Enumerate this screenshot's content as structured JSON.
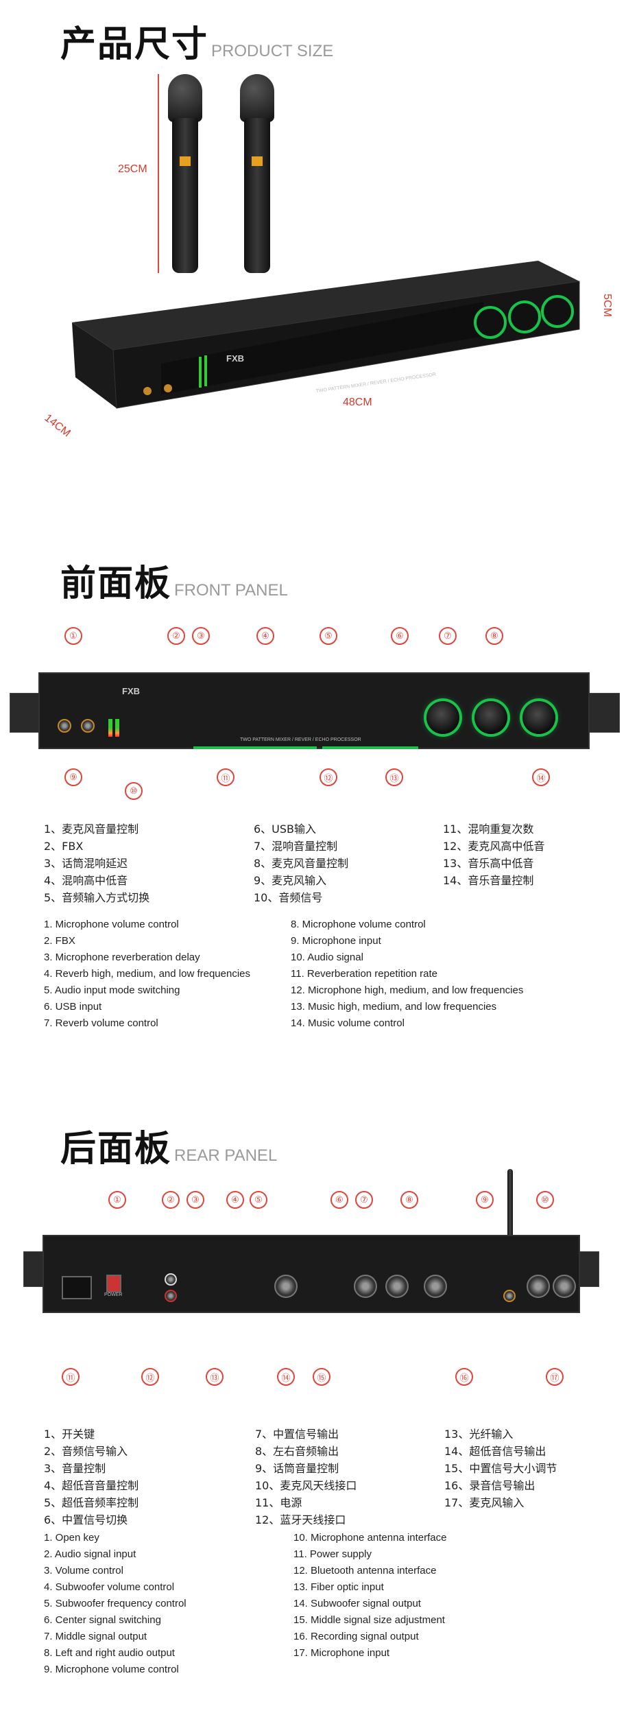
{
  "product_size": {
    "title_cn": "产品尺寸",
    "title_en": "PRODUCT SIZE",
    "dim_mic": "25CM",
    "dim_height": "5CM",
    "dim_width": "48CM",
    "dim_depth": "14CM",
    "device_brand": "FXB",
    "device_strip": "TWO PATTERN MIXER / REVER / ECHO PROCESSOR"
  },
  "front_panel": {
    "title_cn": "前面板",
    "title_en": "FRONT PANEL",
    "device_brand": "FXB",
    "device_strip": "TWO PATTERN MIXER / REVER / ECHO PROCESSOR",
    "callouts": [
      "①",
      "②",
      "③",
      "④",
      "⑤",
      "⑥",
      "⑦",
      "⑧",
      "⑨",
      "⑩",
      "⑪",
      "⑫",
      "⑬",
      "⑭"
    ],
    "cn_col1": [
      "1、麦克风音量控制",
      "2、FBX",
      "3、话筒混响延迟",
      "4、混响高中低音",
      "5、音频输入方式切换"
    ],
    "cn_col2": [
      "6、USB输入",
      "7、混响音量控制",
      "8、麦克风音量控制",
      "9、麦克风输入",
      "10、音频信号"
    ],
    "cn_col3": [
      "11、混响重复次数",
      "12、麦克风高中低音",
      "13、音乐高中低音",
      "14、音乐音量控制"
    ],
    "en_col1": [
      "1. Microphone volume control",
      "2. FBX",
      "3. Microphone reverberation delay",
      "4. Reverb high, medium, and low frequencies",
      "5. Audio input mode switching",
      "6. USB input",
      "7. Reverb volume control"
    ],
    "en_col2": [
      "8. Microphone volume control",
      "9. Microphone input",
      "10. Audio signal",
      "11. Reverberation repetition rate",
      "12. Microphone high, medium, and low frequencies",
      "13. Music high, medium, and low frequencies",
      "14. Music volume control"
    ]
  },
  "rear_panel": {
    "title_cn": "后面板",
    "title_en": "REAR PANEL",
    "power_label": "POWER",
    "callouts": [
      "①",
      "②",
      "③",
      "④",
      "⑤",
      "⑥",
      "⑦",
      "⑧",
      "⑨",
      "⑩",
      "⑪",
      "⑫",
      "⑬",
      "⑭",
      "⑮",
      "⑯",
      "⑰"
    ],
    "cn_col1": [
      "1、开关键",
      "2、音频信号输入",
      "3、音量控制",
      "4、超低音音量控制",
      "5、超低音频率控制",
      "6、中置信号切换"
    ],
    "cn_col2": [
      "7、中置信号输出",
      "8、左右音频输出",
      "9、话筒音量控制",
      "10、麦克风天线接口",
      "11、电源",
      "12、蓝牙天线接口"
    ],
    "cn_col3": [
      "13、光纤输入",
      "14、超低音信号输出",
      "15、中置信号大小调节",
      "16、录音信号输出",
      "17、麦克风输入"
    ],
    "en_col1": [
      "1. Open key",
      "2. Audio signal input",
      "3. Volume control",
      "4. Subwoofer volume control",
      "5. Subwoofer frequency control",
      "6. Center signal switching",
      "7. Middle signal output",
      "8. Left and right audio output",
      "9. Microphone volume control"
    ],
    "en_col2": [
      "10. Microphone antenna interface",
      "11. Power supply",
      "12. Bluetooth antenna interface",
      "13. Fiber optic input",
      "14. Subwoofer signal output",
      "15. Middle signal size adjustment",
      "16. Recording signal output",
      "17. Microphone input"
    ]
  }
}
